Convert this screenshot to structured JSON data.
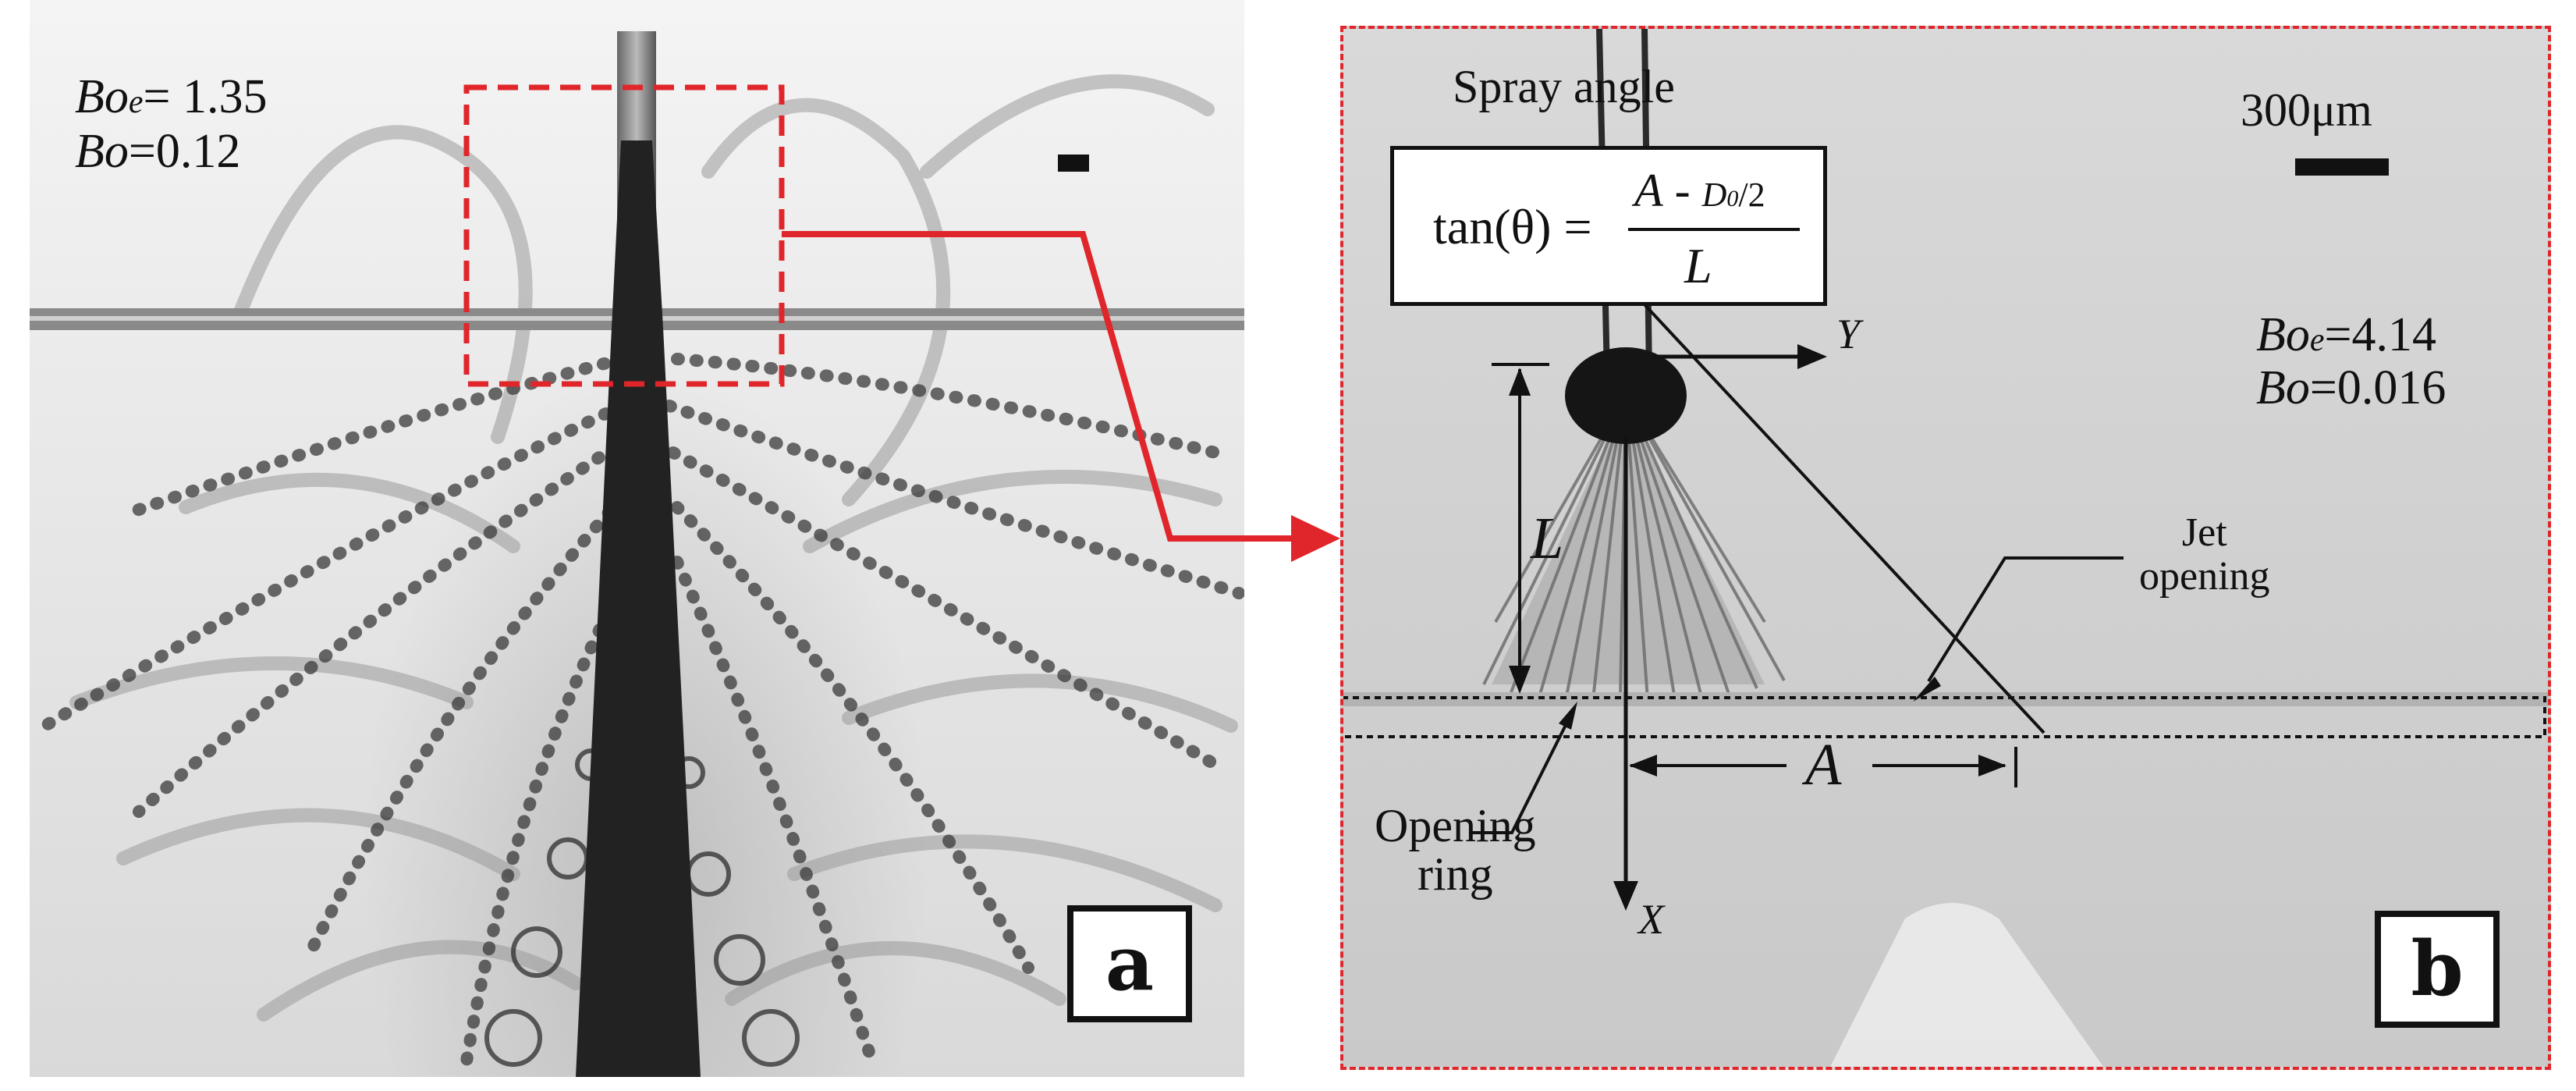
{
  "panel_a": {
    "bo_e_symbol": "Bo",
    "bo_e_sub": "e",
    "bo_e_value": "= 1.35",
    "bo_symbol": "Bo",
    "bo_value": "=0.12",
    "label": "a"
  },
  "panel_b": {
    "spray_angle_title": "Spray angle",
    "formula_lhs": "tan(θ) =",
    "formula_num_a": "A",
    "formula_num_minus": " - ",
    "formula_num_d": "D",
    "formula_num_d_sub": "0",
    "formula_num_half": "/2",
    "formula_den": "L",
    "scale_text": "300μm",
    "bo_e_symbol": "Bo",
    "bo_e_sub": "e",
    "bo_e_value": "=4.14",
    "bo_symbol": "Bo",
    "bo_value": "=0.016",
    "axis_y": "Y",
    "axis_x": "X",
    "dim_l": "L",
    "dim_a": "A",
    "jet_opening_line1": "Jet",
    "jet_opening_line2": "opening",
    "opening_ring_line1": "Opening",
    "opening_ring_line2": "ring",
    "label": "b"
  },
  "colors": {
    "highlight": "#e0262b"
  }
}
